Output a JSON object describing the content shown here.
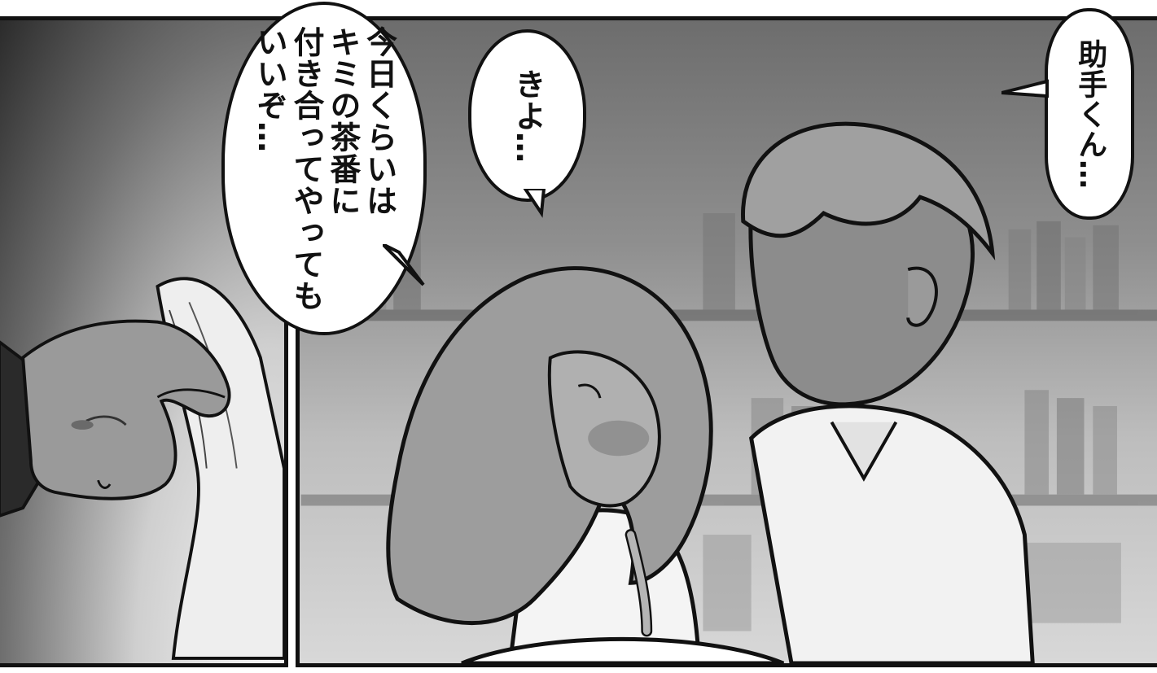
{
  "dialogue": {
    "mentor_line": "今日くらいは\nキミの茶番に\n付き合ってやっても\nいいぞ…",
    "girl_line": "きよ…",
    "assistant_call": "助手くん…"
  },
  "colors": {
    "ink": "#111111",
    "paper": "#ffffff",
    "tone_dark": "#2b2b2b",
    "tone_mid": "#8f8f8f",
    "tone_light": "#d8d8d8"
  }
}
